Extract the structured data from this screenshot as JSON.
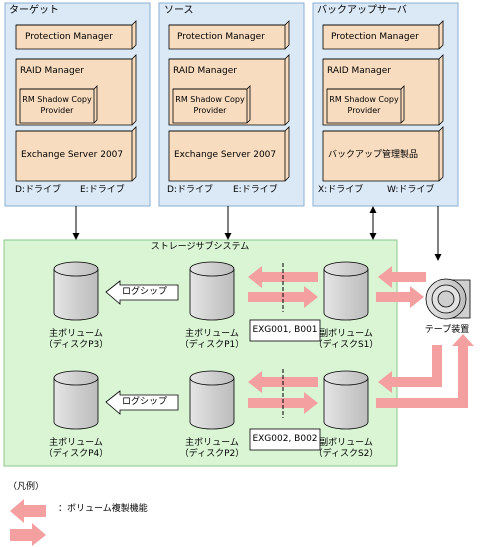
{
  "servers": [
    {
      "title": "ターゲット",
      "protection_manager": "Protection Manager",
      "raid_manager": "RAID Manager",
      "rm_shadow_copy_line1": "RM Shadow Copy",
      "rm_shadow_copy_line2": "Provider",
      "application": "Exchange Server 2007",
      "drive_left": "D:ドライブ",
      "drive_right": "E:ドライブ"
    },
    {
      "title": "ソース",
      "protection_manager": "Protection Manager",
      "raid_manager": "RAID Manager",
      "rm_shadow_copy_line1": "RM Shadow Copy",
      "rm_shadow_copy_line2": "Provider",
      "application": "Exchange Server 2007",
      "drive_left": "D:ドライブ",
      "drive_right": "E:ドライブ"
    },
    {
      "title": "バックアップサーバ",
      "protection_manager": "Protection Manager",
      "raid_manager": "RAID Manager",
      "rm_shadow_copy_line1": "RM Shadow Copy",
      "rm_shadow_copy_line2": "Provider",
      "application": "バックアップ管理製品",
      "drive_left": "X:ドライブ",
      "drive_right": "W:ドライブ"
    }
  ],
  "storage": {
    "title": "ストレージサブシステム",
    "log_ship_1": "ログシップ",
    "log_ship_2": "ログシップ",
    "p3_line1": "主ボリューム",
    "p3_line2": "（ディスクP3）",
    "p1_line1": "主ボリューム",
    "p1_line2": "（ディスクP1）",
    "s1_line1": "副ボリューム",
    "s1_line2": "（ディスクS1）",
    "p4_line1": "主ボリューム",
    "p4_line2": "（ディスクP4）",
    "p2_line1": "主ボリューム",
    "p2_line2": "（ディスクP2）",
    "s2_line1": "副ボリューム",
    "s2_line2": "（ディスクS2）",
    "pair_label_1": "EXG001, B001",
    "pair_label_2": "EXG002, B002"
  },
  "tape": {
    "label": "テープ装置"
  },
  "legend": {
    "title": "（凡例）",
    "replication_label": "：ボリューム複製機能"
  },
  "colors": {
    "server_fill": "#dbe9f6",
    "server_border": "#8ab0d6",
    "component_fill": "#f8dcbf",
    "storage_fill": "#d9f5d4",
    "storage_border": "#8cc98a",
    "copy_arrow": "#f4a0a0"
  }
}
